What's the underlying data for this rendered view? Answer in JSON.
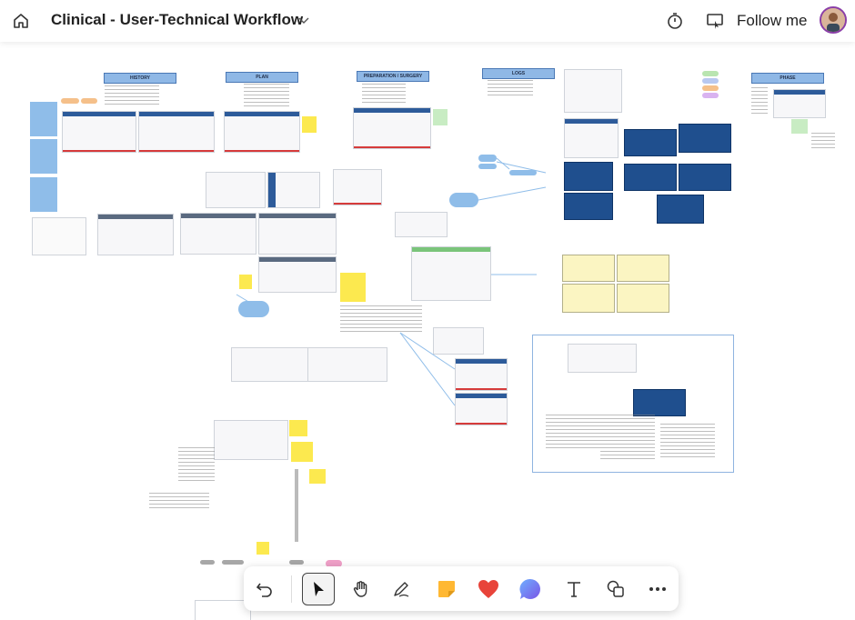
{
  "header": {
    "title": "Clinical - User-Technical Workflow",
    "follow_label": "Follow me"
  },
  "canvas": {
    "section_titles": [
      "HISTORY",
      "PLAN",
      "PREPARATION / SURGERY",
      "LOGS",
      "PHASE"
    ]
  },
  "icons": {
    "home": "home-icon",
    "title_dropdown": "chevron-down-icon",
    "timer": "timer-icon",
    "present": "present-screen-icon",
    "avatar": "user-avatar"
  },
  "toolbar": {
    "tools": [
      "undo",
      "select",
      "pan",
      "pen",
      "sticky-note",
      "reaction",
      "comment",
      "text",
      "shapes",
      "more"
    ],
    "active_tool": "select"
  },
  "colors": {
    "accent": "#8a3ea8",
    "frame_header": "#2d5b9a",
    "section_blue": "#8fb8e6",
    "sticky_yellow": "#fce94f",
    "heart": "#e8443a",
    "sticky_orange": "#ffb833",
    "comment_blue": "#4f8cf0"
  }
}
